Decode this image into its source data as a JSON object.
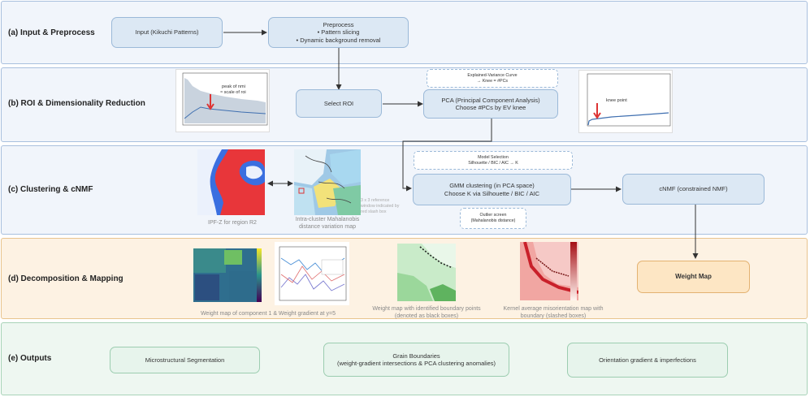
{
  "bands": {
    "a": {
      "title": "(a) Input & Preprocess"
    },
    "b": {
      "title": "(b) ROI & Dimensionality Reduction"
    },
    "c": {
      "title": "(c) Clustering & cNMF"
    },
    "d": {
      "title": "(d) Decomposition & Mapping"
    },
    "e": {
      "title": "(e) Outputs"
    }
  },
  "nodes": {
    "input": "Input (Kikuchi Patterns)",
    "preprocess": {
      "title": "Preprocess",
      "l1": "• Pattern slicing",
      "l2": "• Dynamic background removal"
    },
    "select_roi": "Select ROI",
    "pca": {
      "l1": "PCA (Principal Component Analysis)",
      "l2": "Choose #PCs by EV knee"
    },
    "ev_note": {
      "l1": "Explained-Variance Curve",
      "l2": "→ Knee = #PCs"
    },
    "model_sel": {
      "l1": "Model Selection",
      "l2": "Silhouette / BIC / AIC → K"
    },
    "gmm": {
      "l1": "GMM clustering (in PCA space)",
      "l2": "Choose K via Silhouette / BIC / AIC"
    },
    "outlier": {
      "l1": "Outlier screen",
      "l2": "(Mahalanobis distance)"
    },
    "cnmf": "cNMF (constrained NMF)",
    "weight_map": "Weight Map",
    "out_seg": "Microstructural Segmentation",
    "out_gb": {
      "l1": "Grain Boundaries",
      "l2": "(weight-gradient intersections & PCA clustering anomalies)"
    },
    "out_og": "Orientation gradient & imperfections"
  },
  "annotations": {
    "peak": {
      "l1": "peak of nmi",
      "l2": "≈ scale of roi"
    },
    "knee": "knee point",
    "ref_note": {
      "l1": "3 x 3 reference",
      "l2": "window indicated by",
      "l3": "red slash box"
    }
  },
  "captions": {
    "ipf": "IPF-Z for region R2",
    "maha": {
      "l1": "Intra-cluster Mahalanobis",
      "l2": "distance variation map"
    },
    "comp1": "Weight map of component 1 & Weight gradient at y=5",
    "wmap": {
      "l1": "Weight map with identified boundary points",
      "l2": "(denoted as black boxes)"
    },
    "kam": {
      "l1": "Kernel average misorientation map with",
      "l2": "boundary (slashed boxes)"
    }
  },
  "colors": {
    "band_blue_bg": "#f1f5fb",
    "band_blue_border": "#a9c0de",
    "band_orange_bg": "#fdf2e3",
    "band_orange_border": "#e8c48e",
    "band_green_bg": "#eef7f1",
    "band_green_border": "#a8d3b8",
    "arrow": "#333333"
  }
}
